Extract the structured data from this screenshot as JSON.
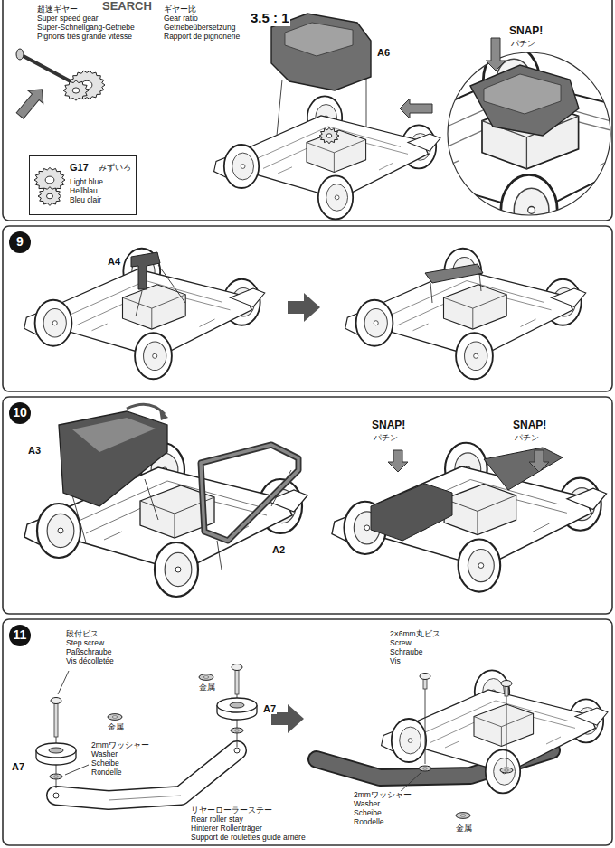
{
  "diagram": {
    "nodes": [
      {
        "text": [
          "G17",
          "みずいろ",
          "Light blue",
          "Hellblau",
          "Bleu clair"
        ]
      },
      {
        "text": [
          "9"
        ]
      },
      {
        "text": [
          "10"
        ]
      },
      {
        "text": [
          "11"
        ]
      }
    ],
    "labels": [
      "SEARCH",
      "超速ギヤー",
      "Super speed gear",
      "Super-Schnellgang-Getriebe",
      "Pignons très grande vitesse",
      "ギヤー比",
      "Gear ratio",
      "Getriebeübersetzung",
      "Rapport de pignonerie",
      "3.5 : 1",
      "A6",
      "SNAP!",
      "パチン",
      "A4",
      "A3",
      "A2",
      "SNAP!",
      "パチン",
      "SNAP!",
      "パチン",
      "段付ビス",
      "Step screw",
      "Paßschraube",
      "Vis décolletée",
      "金属",
      "A7",
      "2mmワッシャー",
      "Washer",
      "Scheibe",
      "Rondelle",
      "A7",
      "金属",
      "リヤーローラーステー",
      "Rear roller stay",
      "Hinterer Rollenträger",
      "Support de roulettes guide arrière",
      "2×6mm丸ビス",
      "Screw",
      "Schraube",
      "Vis",
      "2mmワッシャー",
      "Washer",
      "Scheibe",
      "Rondelle",
      "金属"
    ]
  }
}
